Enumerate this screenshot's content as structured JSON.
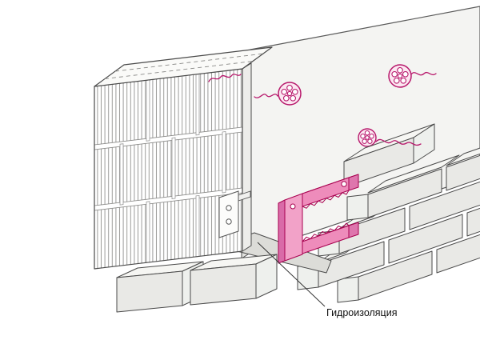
{
  "diagram": {
    "background": "#ffffff",
    "callout": {
      "waterproofing_label": "Гидроизоляция"
    },
    "colors": {
      "accent_pink": "#b7176b",
      "accent_pink_dark": "#a8004f",
      "bracket_fill": "#f2a2c8",
      "outline": "#4a4a4a",
      "panel_fill": "#f4f4f2",
      "brick_fill": "#e9e9e6",
      "waterproofing_fill": "#dcdcd8"
    },
    "parts": {
      "block_stack": "hollow-block-masonry",
      "insulation_panel": "insulation-board",
      "anchor_dowels": "insulation-anchor-dowels",
      "anchor_count": 3,
      "brick_wall": "facing-brick-wall",
      "floating_brick": "brick-being-laid",
      "bracket": "pink-support-bracket",
      "wall_tie": "flat-wall-tie",
      "waterproofing": "waterproofing-layer"
    }
  }
}
